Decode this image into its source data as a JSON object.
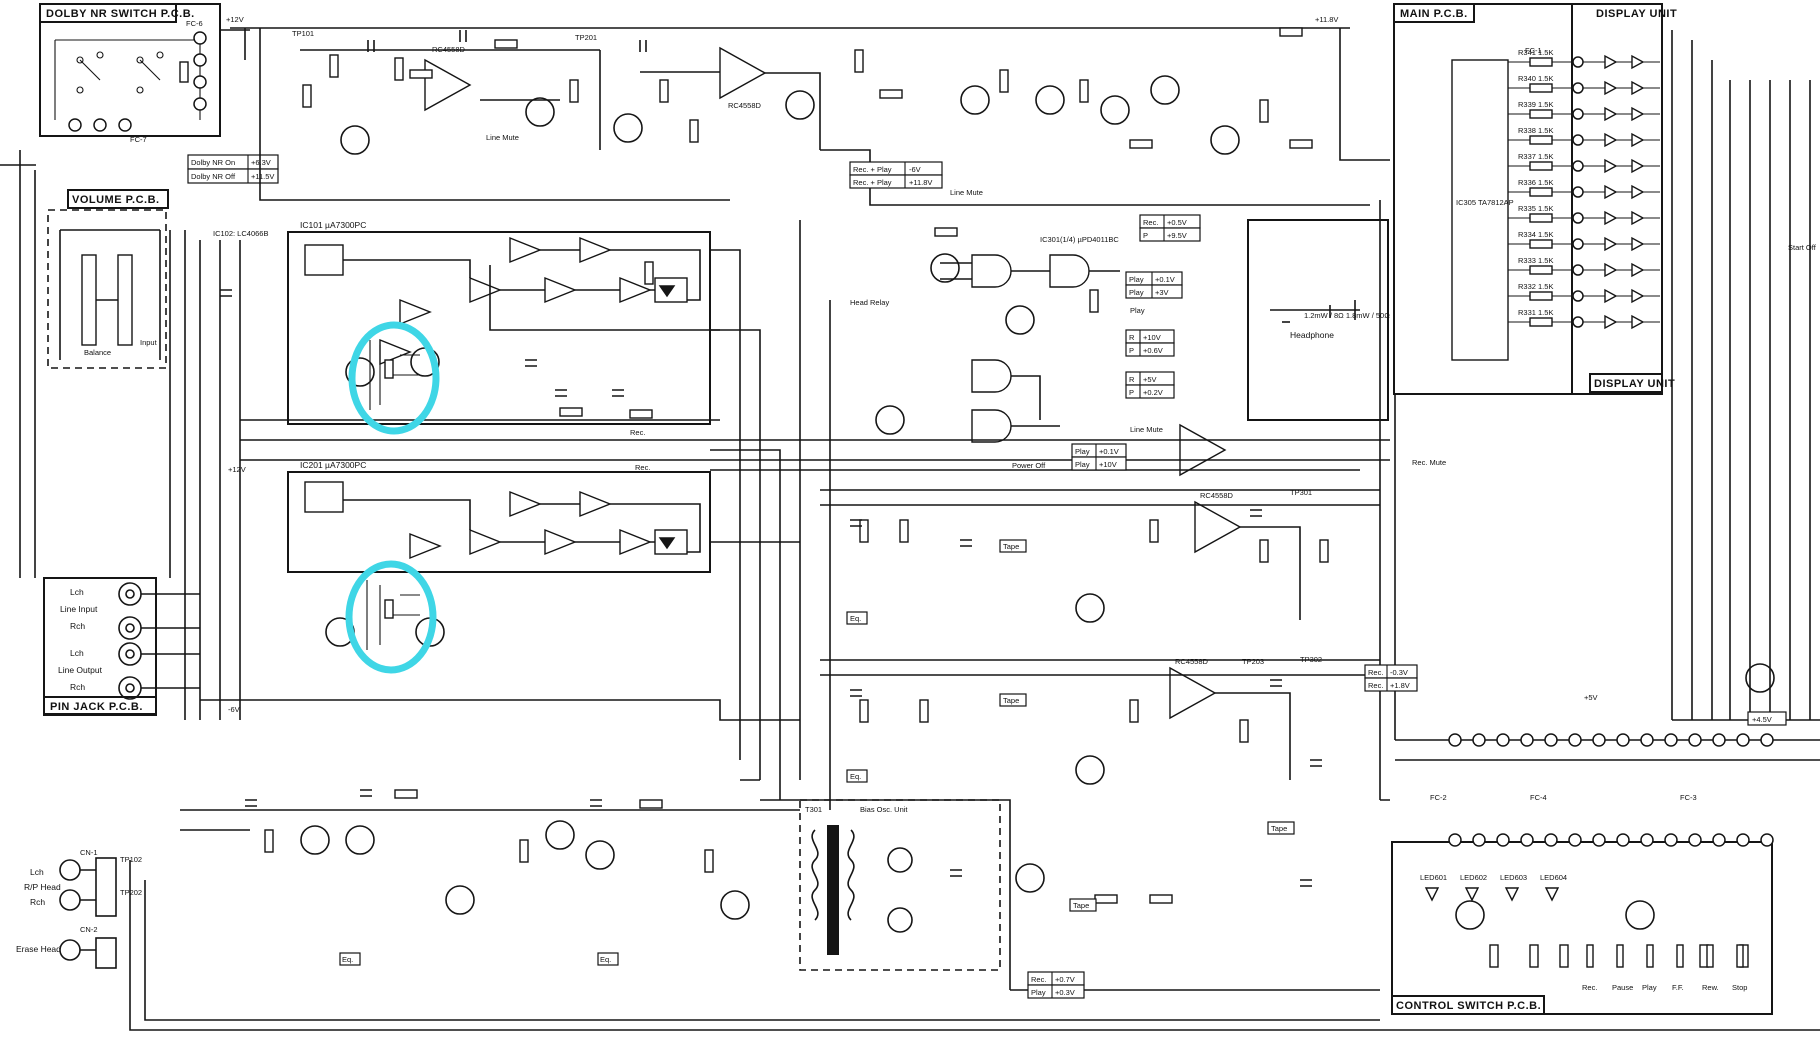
{
  "boards": {
    "dolby_nr_switch": "DOLBY NR SWITCH P.C.B.",
    "volume": "VOLUME P.C.B.",
    "pin_jack": "PIN JACK P.C.B.",
    "main": "MAIN P.C.B.",
    "display_unit": "DISPLAY UNIT",
    "control_switch": "CONTROL SWITCH P.C.B."
  },
  "ics": {
    "ic101": "IC101  µA7300PC",
    "ic201": "IC201  µA7300PC",
    "ic301": "IC301(1/4) µPD4011BC",
    "ic302": "RC4558D",
    "ic303": "RC4558D",
    "ic305": "IC305 TA7812AP",
    "ic102": "IC102: LC4066B"
  },
  "labels": {
    "dolby_on": "Dolby NR On",
    "dolby_off": "Dolby NR Off",
    "dolby_on_v": "+6.3V",
    "dolby_off_v": "+11.5V",
    "line_mute": "Line Mute",
    "line_mute2": "Line Mute",
    "headphone": "Headphone",
    "headphone_spec": "1.2mW / 8Ω  1.8mW / 50Ω",
    "bias_osc": "Bias Osc. Unit",
    "t301": "T301",
    "rec": "Rec.",
    "play": "Play",
    "tape": "Tape",
    "eq": "Eq.",
    "power_off": "Power Off",
    "head_relay": "Head Relay",
    "rp_head": "R/P Head",
    "erase_head": "Erase Head",
    "lch": "Lch",
    "rch": "Rch",
    "line_input": "Line Input",
    "line_output": "Line Output",
    "balance": "Balance",
    "input": "Input",
    "cn1": "CN-1",
    "cn2": "CN-2",
    "fc1": "FC-1",
    "fc2": "FC-2",
    "fc3": "FC-3",
    "fc4": "FC-4",
    "fc6": "FC-6",
    "fc7": "FC-7",
    "tp101": "TP101",
    "tp201": "TP201",
    "tp102": "TP102",
    "tp202": "TP202",
    "tp301": "TP301",
    "tp302": "TP302",
    "tp203": "TP203",
    "plus12v": "+12V",
    "minus6v": "-6V",
    "plus11v": "+11.8V",
    "plus5v": "+5V",
    "rec_mute": "Rec. Mute",
    "start_off": "Start Off"
  },
  "voltage_tags": {
    "rec_play_a": [
      "Rec. + Play",
      "-6V"
    ],
    "rec_play_b": [
      "Rec. + Play",
      "+11.8V"
    ],
    "main_rec": [
      "Rec.",
      "+0.5V"
    ],
    "main_p": [
      "P",
      "+9.5V"
    ],
    "play_a": [
      "Play",
      "+0.1V"
    ],
    "play_b": [
      "Play",
      "+3V"
    ],
    "r_a": [
      "R",
      "+10V"
    ],
    "r_b": [
      "P",
      "+0.6V"
    ],
    "c_a": [
      "R",
      "+5V"
    ],
    "c_b": [
      "P",
      "+0.2V"
    ],
    "pw_a": [
      "Play",
      "+0.1V"
    ],
    "pw_b": [
      "Play",
      "+10V"
    ],
    "rec_m": [
      "Rec.",
      "-0.3V"
    ],
    "rec_p": [
      "Rec.",
      "+1.8V"
    ],
    "sw_a": [
      "Rec.",
      "+0.7V"
    ],
    "sw_b": [
      "Play",
      "+0.3V"
    ],
    "q621": [
      "+4.5V",
      ""
    ]
  },
  "display_resistors": [
    "R341 1.5K",
    "R340 1.5K",
    "R339 1.5K",
    "R338 1.5K",
    "R337 1.5K",
    "R336 1.5K",
    "R335 1.5K",
    "R334 1.5K",
    "R333 1.5K",
    "R332 1.5K",
    "R331 1.5K"
  ],
  "control_switches": [
    "Rec.",
    "Pause",
    "Play",
    "F.F.",
    "Rew.",
    "Stop"
  ],
  "leds": [
    "LED601",
    "LED602",
    "LED603",
    "LED604"
  ]
}
